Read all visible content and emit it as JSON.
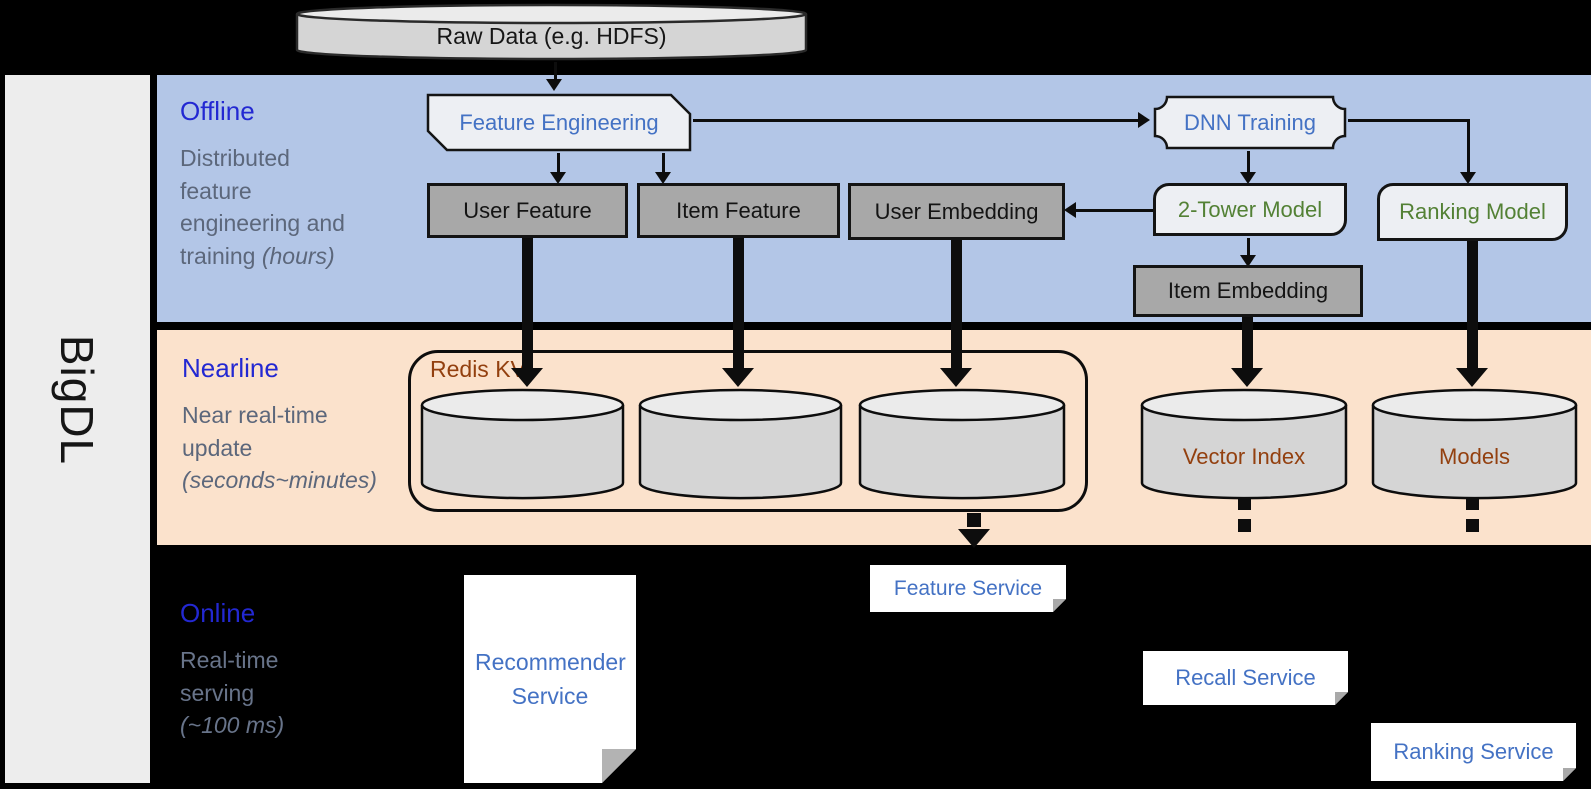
{
  "colors": {
    "offline_band": "#b3c6e7",
    "nearline_band": "#fbe2cc",
    "panel_gray": "#ededed",
    "node_gray": "#a8a8a8",
    "node_light": "#edeff3",
    "blue_label": "#4472c4",
    "green_label": "#538135",
    "brown_label": "#93400f",
    "section_title_blue": "#2328d2",
    "section_desc_gray": "#5c677b",
    "line": "#0d0d0d",
    "cylinder_body": "#d5d5d5",
    "cylinder_top": "#ebebeb"
  },
  "brand": {
    "label": "BigDL"
  },
  "source": {
    "label": "Raw Data (e.g. HDFS)"
  },
  "sections": {
    "offline": {
      "title": "Offline",
      "desc": "Distributed feature engineering and training",
      "note": "(hours)"
    },
    "nearline": {
      "title": "Nearline",
      "desc": "Near real-time update",
      "note": "(seconds~minutes)"
    },
    "online": {
      "title": "Online",
      "desc": "Real-time serving",
      "note": "(~100 ms)"
    }
  },
  "nodes": {
    "feature_engineering": "Feature Engineering",
    "dnn_training": "DNN Training",
    "user_feature": "User Feature",
    "item_feature": "Item Feature",
    "user_embedding": "User Embedding",
    "two_tower_model": "2-Tower Model",
    "ranking_model": "Ranking Model",
    "item_embedding": "Item Embedding"
  },
  "storage": {
    "redis_kv": "Redis KV",
    "vector_index": "Vector Index",
    "models": "Models"
  },
  "services": {
    "feature_service": "Feature Service",
    "recommender_service": "Recommender Service",
    "recall_service": "Recall Service",
    "ranking_service": "Ranking Service"
  }
}
